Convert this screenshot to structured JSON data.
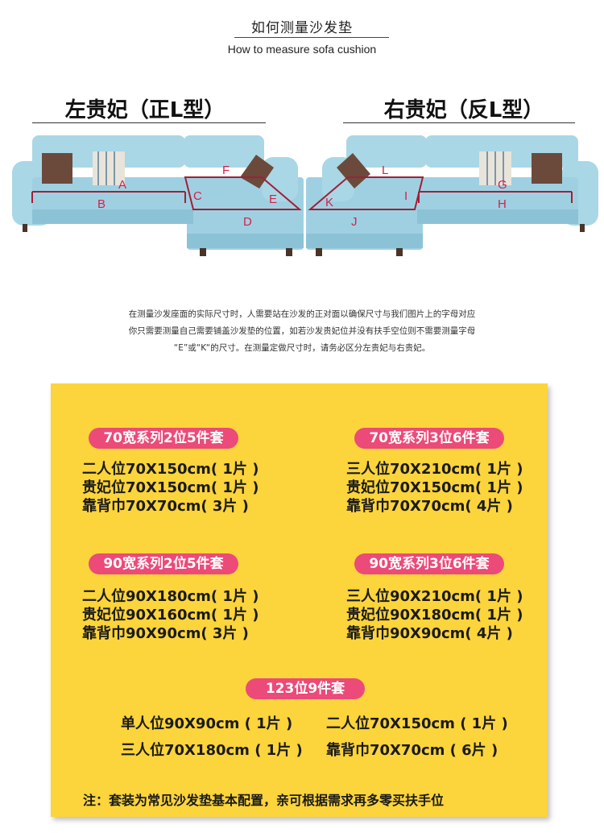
{
  "header": {
    "title_cn": "如何测量沙发垫",
    "title_en": "How to measure sofa cushion"
  },
  "sofas": {
    "left_heading": "左贵妃（正L型）",
    "right_heading": "右贵妃（反L型）",
    "left_labels": [
      "A",
      "B",
      "C",
      "D",
      "E",
      "F"
    ],
    "right_labels": [
      "G",
      "H",
      "I",
      "J",
      "K",
      "L"
    ],
    "colors": {
      "sofa": "#a9d7e6",
      "sofa_shadow": "#8cc2d6",
      "label": "#d6204a"
    }
  },
  "note": {
    "line1": "在测量沙发座面的实际尺寸时，人需要站在沙发的正对面以确保尺寸与我们图片上的字母对应",
    "line2": "你只需要测量自己需要铺盖沙发垫的位置，如若沙发贵妃位并没有扶手空位则不需要测量字母",
    "line3": "“E”或“K“的尺寸。在测量定做尺寸时，请务必区分左贵妃与右贵妃。"
  },
  "panel": {
    "background": "#fcd43b",
    "pill_color": "#ec4a78",
    "set_70_2": {
      "title": "70宽系列2位5件套",
      "items": [
        "二人位70X150cm( 1片 )",
        "贵妃位70X150cm( 1片 )",
        "靠背巾70X70cm( 3片 )"
      ]
    },
    "set_70_3": {
      "title": "70宽系列3位6件套",
      "items": [
        "三人位70X210cm( 1片 )",
        "贵妃位70X150cm( 1片 )",
        "靠背巾70X70cm( 4片 )"
      ]
    },
    "set_90_2": {
      "title": "90宽系列2位5件套",
      "items": [
        "二人位90X180cm( 1片 )",
        "贵妃位90X160cm( 1片 )",
        "靠背巾90X90cm( 3片 )"
      ]
    },
    "set_90_3": {
      "title": "90宽系列3位6件套",
      "items": [
        "三人位90X210cm( 1片 )",
        "贵妃位90X180cm( 1片 )",
        "靠背巾90X90cm( 4片 )"
      ]
    },
    "set_123": {
      "title": "123位9件套",
      "items": [
        "单人位90X90cm ( 1片 )",
        "二人位70X150cm ( 1片 )",
        "三人位70X180cm ( 1片 )",
        "靠背巾70X70cm ( 6片 )"
      ]
    },
    "footnote": "注：套装为常见沙发垫基本配置，亲可根据需求再多零买扶手位"
  }
}
